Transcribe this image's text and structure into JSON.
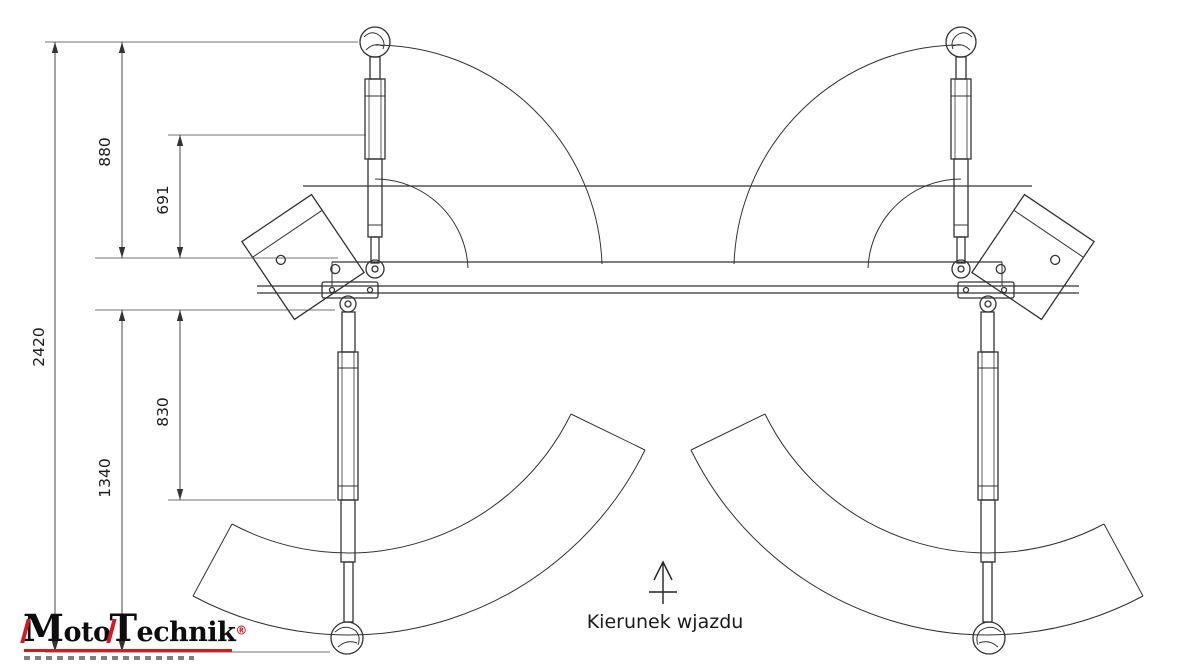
{
  "drawing": {
    "dimensions": {
      "overall": "2420",
      "top_arm_max": "880",
      "top_arm_min": "691",
      "bottom_arm_min": "830",
      "bottom_arm_max": "1340"
    },
    "direction_label": "Kierunek wjazdu",
    "icons": {
      "direction_arrow": "up-arrow-icon"
    }
  },
  "logo": {
    "m": "M",
    "oto": "oto",
    "t": "T",
    "echnik": "echnik",
    "registered": "®"
  },
  "colors": {
    "line": "#333333",
    "dimension": "#2b2b2b",
    "accent_red": "#d61920"
  }
}
